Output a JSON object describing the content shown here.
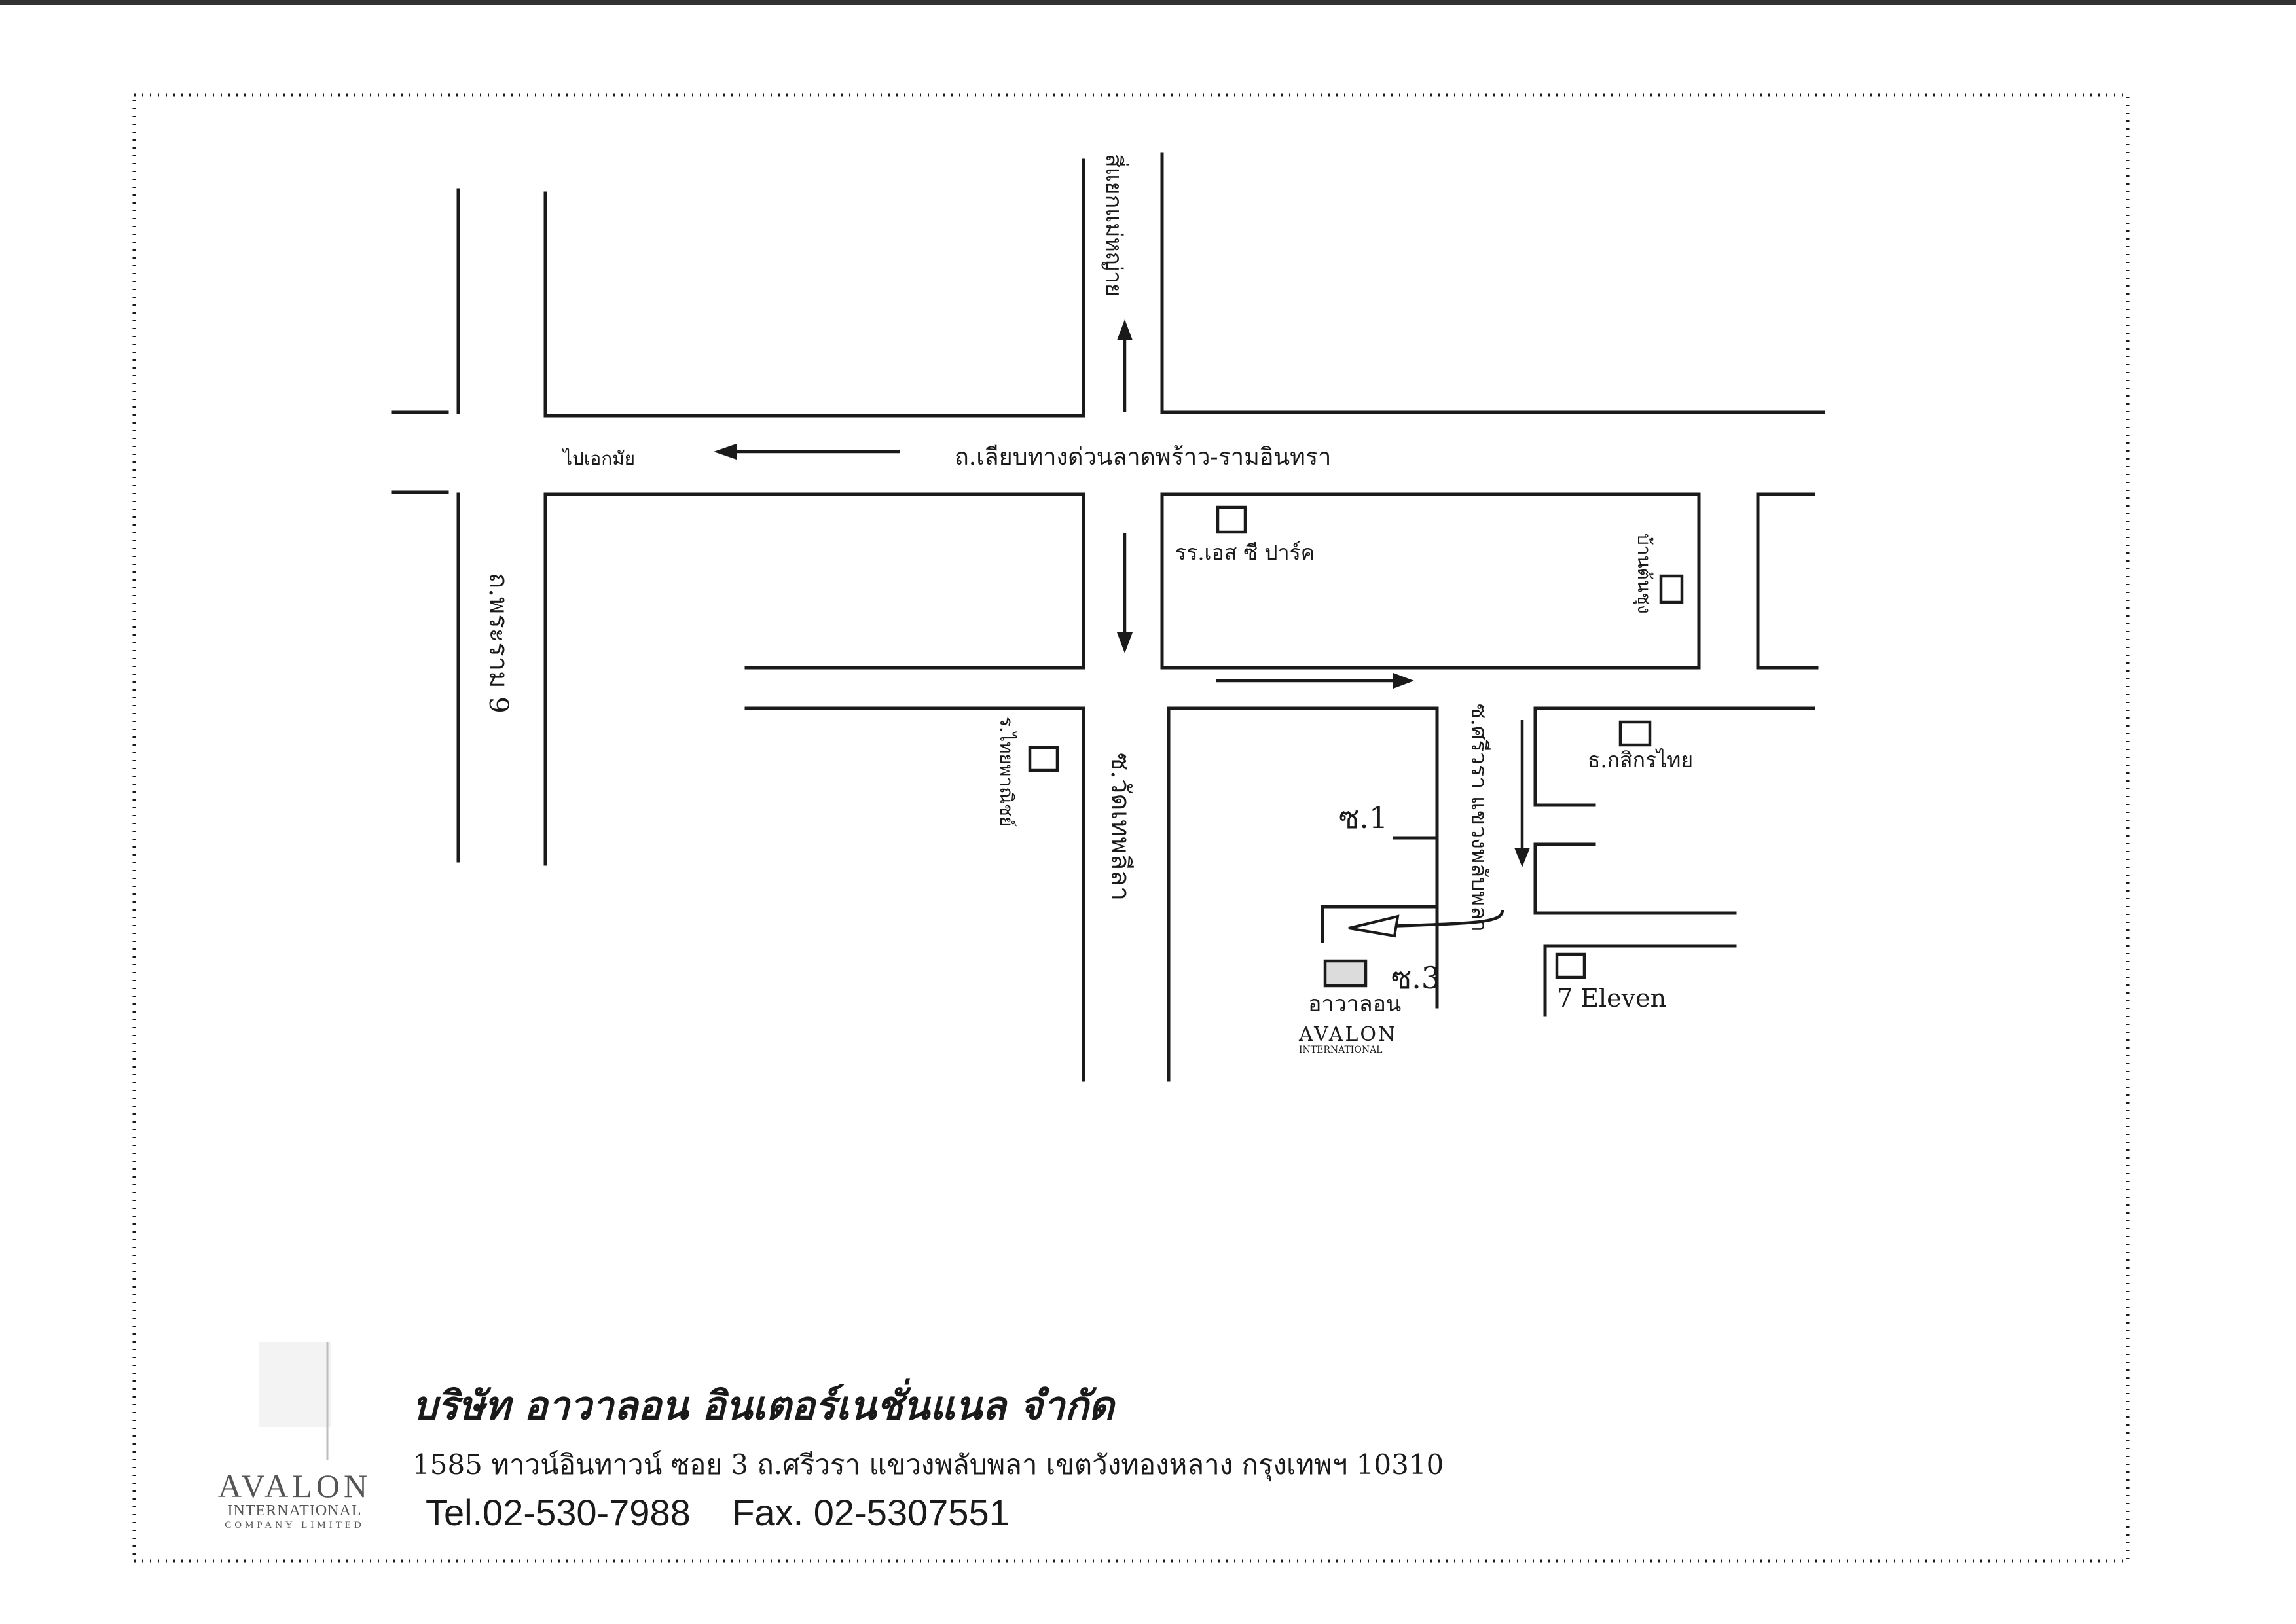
{
  "roads": {
    "top_right_road": "ถ.เลียบทางด่วนลาดพร้าว-รามอินทรา",
    "to_ekkamai": "ไปเอกมัย",
    "left_vertical": "ถ.พระราม 9",
    "center_north": "สี่แยกแม่หญ่าย",
    "center_south": "ซ.วัดเทพลีลา",
    "right_soi": "ซ.ศรีวรา แขวงพลับพลา",
    "soi_1": "ซ.1",
    "soi_3": "ซ.3"
  },
  "landmarks": {
    "school": "รร.เอส ซี ปาร์ค",
    "house": "บ้านต้นชุง",
    "bank": "ธ.กสิกรไทย",
    "seven_eleven": "7 Eleven",
    "left_place": "ร.ไทยพาณิชย์",
    "avalon": "อาวาลอน",
    "avalon_logo_1": "AVALON",
    "avalon_logo_2": "INTERNATIONAL"
  },
  "footer": {
    "company_name": "บริษัท อาวาลอน อินเตอร์เนชั่นแนล จำกัด",
    "address": "1585 ทาวน์อินทาวน์ ซอย 3 ถ.ศรีวรา แขวงพลับพลา เขตวังทองหลาง กรุงเทพฯ 10310",
    "tel": "Tel.02-530-7988",
    "fax": "Fax. 02-5307551",
    "logo_line1": "AVALON",
    "logo_line2": "INTERNATIONAL",
    "logo_line3": "COMPANY LIMITED"
  },
  "colors": {
    "ink": "#1a1a1a",
    "logo_gray": "#555555",
    "avalon_box": "#dcdcdc"
  }
}
